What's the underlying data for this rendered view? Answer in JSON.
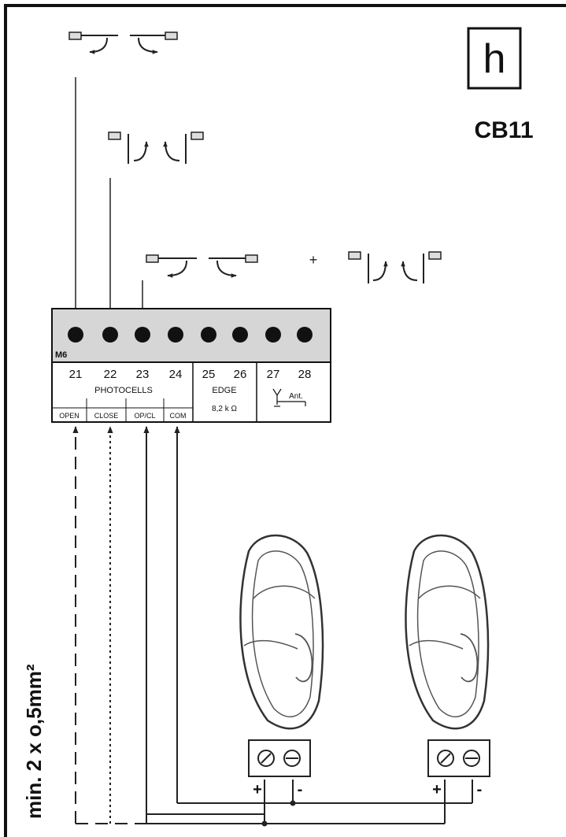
{
  "figure_letter": "h",
  "model": "CB11",
  "plus_sign": "+",
  "terminal_block": {
    "label": "M6",
    "numbers": [
      "21",
      "22",
      "23",
      "24",
      "25",
      "26",
      "27",
      "28"
    ],
    "photocells_label": "PHOTOCELLS",
    "edge_label": "EDGE",
    "edge_resistance": "8,2 k Ω",
    "antenna_label": "Ant.",
    "functions": [
      "OPEN",
      "CLOSE",
      "OP/CL",
      "COM"
    ]
  },
  "cable_spec": "min. 2 x o,5mm²",
  "photocell_terminal_signs": {
    "plus": "+",
    "minus": "-"
  },
  "photocell_count": 2
}
